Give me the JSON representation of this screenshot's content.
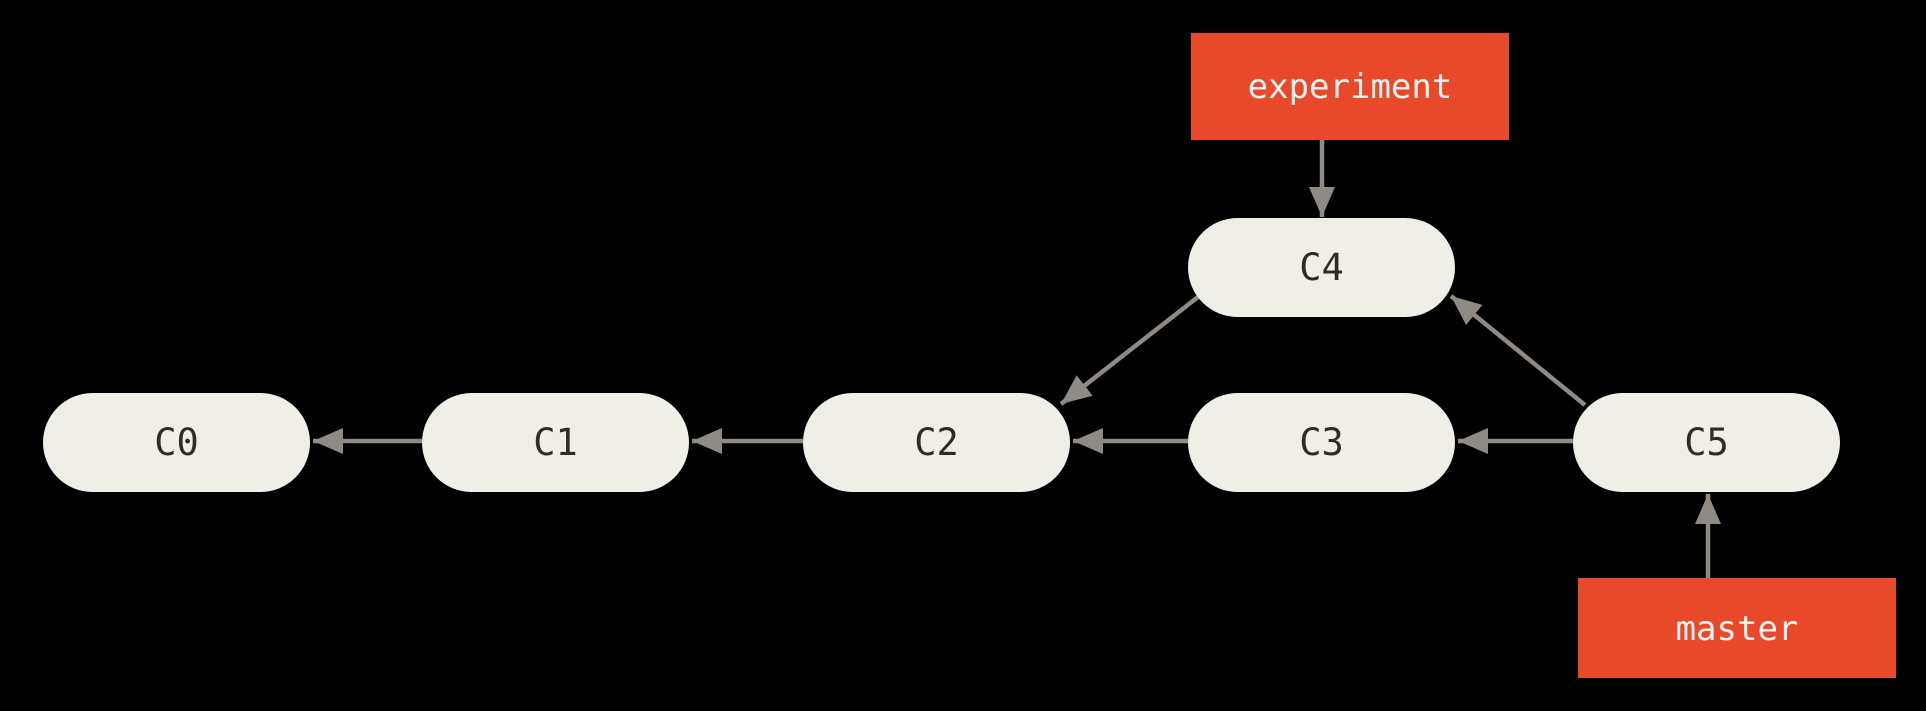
{
  "diagram": {
    "type": "git-commit-graph",
    "nodes": [
      {
        "id": "C0",
        "label": "C0"
      },
      {
        "id": "C1",
        "label": "C1"
      },
      {
        "id": "C2",
        "label": "C2"
      },
      {
        "id": "C3",
        "label": "C3"
      },
      {
        "id": "C4",
        "label": "C4"
      },
      {
        "id": "C5",
        "label": "C5"
      }
    ],
    "branches": [
      {
        "label": "experiment",
        "points_to": "C4"
      },
      {
        "label": "master",
        "points_to": "C5"
      }
    ],
    "edges": [
      {
        "from": "C1",
        "to": "C0"
      },
      {
        "from": "C2",
        "to": "C1"
      },
      {
        "from": "C3",
        "to": "C2"
      },
      {
        "from": "C5",
        "to": "C3"
      },
      {
        "from": "C4",
        "to": "C2"
      },
      {
        "from": "C5",
        "to": "C4"
      },
      {
        "from": "experiment",
        "to": "C4"
      },
      {
        "from": "master",
        "to": "C5"
      }
    ]
  },
  "colors": {
    "background": "#000000",
    "node_fill": "#f0efe7",
    "node_text": "#2e2c28",
    "branch_fill": "#e8492b",
    "branch_text": "#f5f3ef",
    "arrow": "#8f8a84"
  }
}
